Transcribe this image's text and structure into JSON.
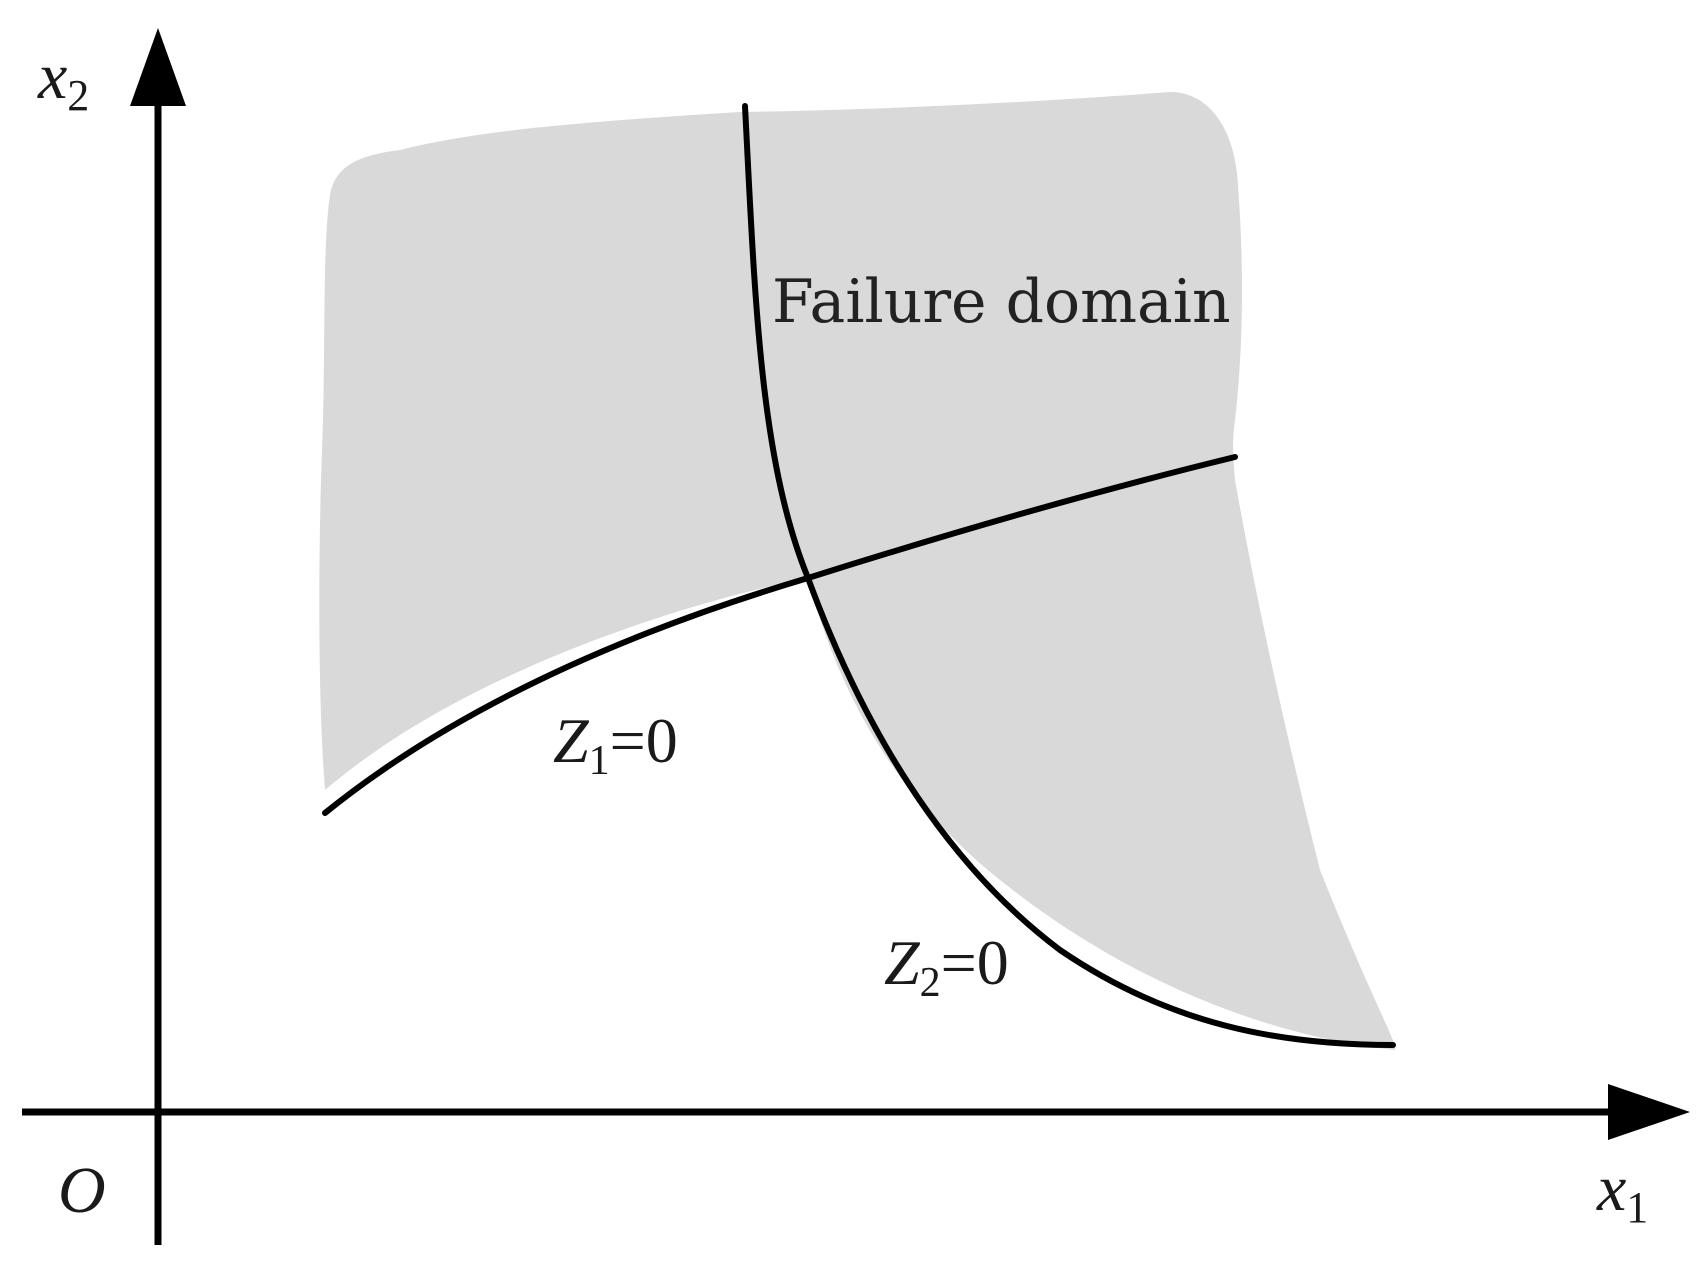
{
  "diagram": {
    "y_axis": {
      "var": "x",
      "sub": "2"
    },
    "x_axis": {
      "var": "x",
      "sub": "1"
    },
    "origin_label": "O",
    "region_label": "Failure domain",
    "curve1": {
      "var": "Z",
      "sub": "1",
      "eq": "=0"
    },
    "curve2": {
      "var": "Z",
      "sub": "2",
      "eq": "=0"
    },
    "colors": {
      "region_fill": "#d9d9d9",
      "line": "#000000",
      "background": "#ffffff"
    }
  }
}
